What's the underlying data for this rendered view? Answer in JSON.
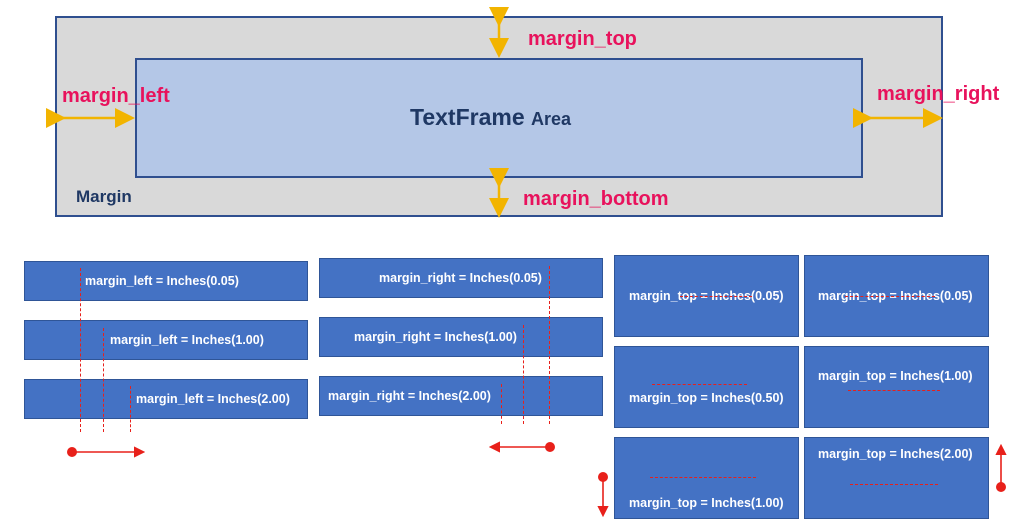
{
  "diagram": {
    "labels": {
      "margin_top": "margin_top",
      "margin_bottom": "margin_bottom",
      "margin_left": "margin_left",
      "margin_right": "margin_right",
      "frame_title": "TextFrame",
      "frame_title_suffix": "Area",
      "margin": "Margin"
    },
    "colors": {
      "outer_fill": "#d9d9d9",
      "inner_fill": "#b4c7e7",
      "label_pink": "#e8125c",
      "arrow_gold": "#f2b400",
      "box_blue": "#4472c4",
      "guide_red": "#e8201a"
    }
  },
  "examples": {
    "left": [
      "margin_left = Inches(0.05)",
      "margin_left = Inches(1.00)",
      "margin_left = Inches(2.00)"
    ],
    "right": [
      "margin_right = Inches(0.05)",
      "margin_right = Inches(1.00)",
      "margin_right = Inches(2.00)"
    ],
    "top_a": [
      "margin_top = Inches(0.05)",
      "margin_top = Inches(0.50)",
      "margin_top = Inches(1.00)"
    ],
    "top_b": [
      "margin_top = Inches(0.05)",
      "margin_top = Inches(1.00)",
      "margin_top = Inches(2.00)"
    ]
  }
}
